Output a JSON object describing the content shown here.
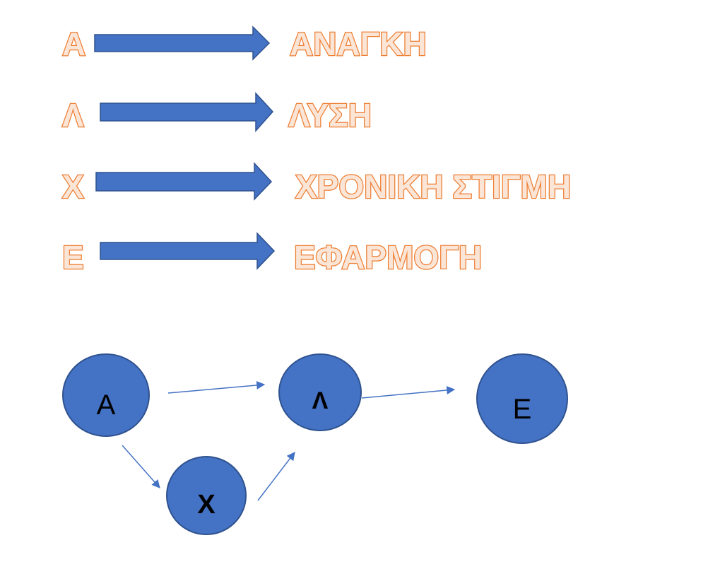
{
  "legend_rows": [
    {
      "letter": "Α",
      "meaning": "ΑΝΑΓΚΗ"
    },
    {
      "letter": "Λ",
      "meaning": "ΛΥΣΗ"
    },
    {
      "letter": "Χ",
      "meaning": "ΧΡΟΝΙΚΗ ΣΤΙΓΜΗ"
    },
    {
      "letter": "Ε",
      "meaning": "ΕΦΑΡΜΟΓΗ"
    }
  ],
  "nodes": [
    {
      "id": "A",
      "label": "Α"
    },
    {
      "id": "L",
      "label": "Λ"
    },
    {
      "id": "E",
      "label": "Ε"
    },
    {
      "id": "X",
      "label": "Χ"
    }
  ],
  "edges": [
    {
      "from": "A",
      "to": "L"
    },
    {
      "from": "L",
      "to": "E"
    },
    {
      "from": "A",
      "to": "X"
    },
    {
      "from": "X",
      "to": "L"
    }
  ],
  "colors": {
    "outline_text_stroke": "#ed7d31",
    "outline_text_fill": "#fbe5d6",
    "arrow_fill": "#4472c4",
    "arrow_stroke": "#2f528f",
    "node_fill": "#4472c4",
    "node_stroke": "#2f528f",
    "edge_color": "#4472c4"
  }
}
